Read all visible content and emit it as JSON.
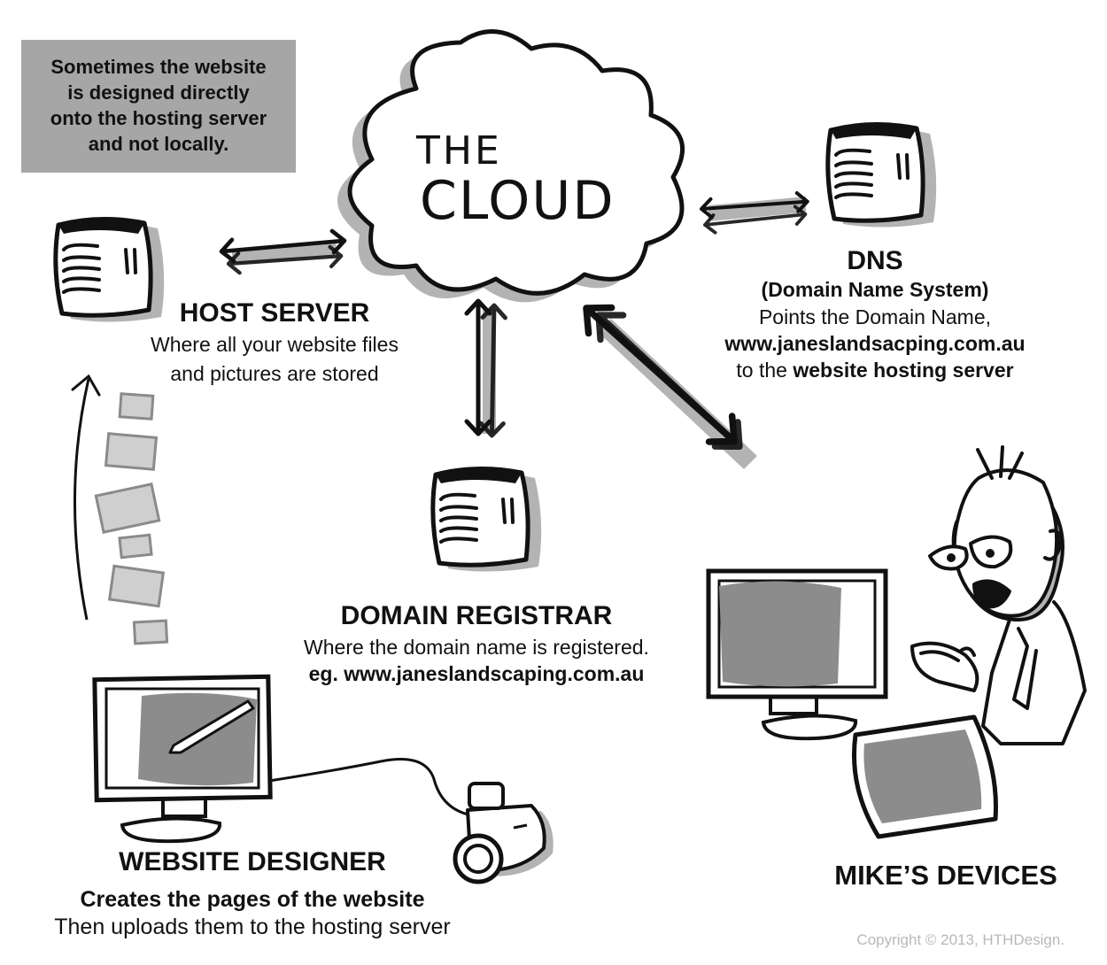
{
  "note": {
    "lines": [
      "Sometimes the website",
      "is designed directly",
      "onto the hosting server",
      "and not locally."
    ]
  },
  "cloud": {
    "line1": "THE",
    "line2": "CLOUD"
  },
  "host_server": {
    "title": "HOST SERVER",
    "desc1": "Where all your website files",
    "desc2": "and pictures are stored"
  },
  "dns": {
    "title": "DNS",
    "subtitle": "(Domain Name System)",
    "line1": "Points the Domain Name,",
    "domain": "www.janeslandsacping.com.au",
    "line3_prefix": "to the ",
    "line3_bold": "website hosting server"
  },
  "registrar": {
    "title": "DOMAIN REGISTRAR",
    "desc1": "Where the domain name is registered.",
    "desc2": "eg. www.janeslandscaping.com.au"
  },
  "designer": {
    "title": "WEBSITE DESIGNER",
    "desc1": "Creates the pages of the website",
    "desc2": "Then uploads them to the hosting server"
  },
  "devices": {
    "title": "MIKE’S DEVICES"
  },
  "copyright": "Copyright © 2013, HTHDesign.",
  "colors": {
    "shadow": "#b3b3b3",
    "screen": "#8c8c8c",
    "note_bg": "#a6a6a6",
    "ink": "#111111"
  }
}
